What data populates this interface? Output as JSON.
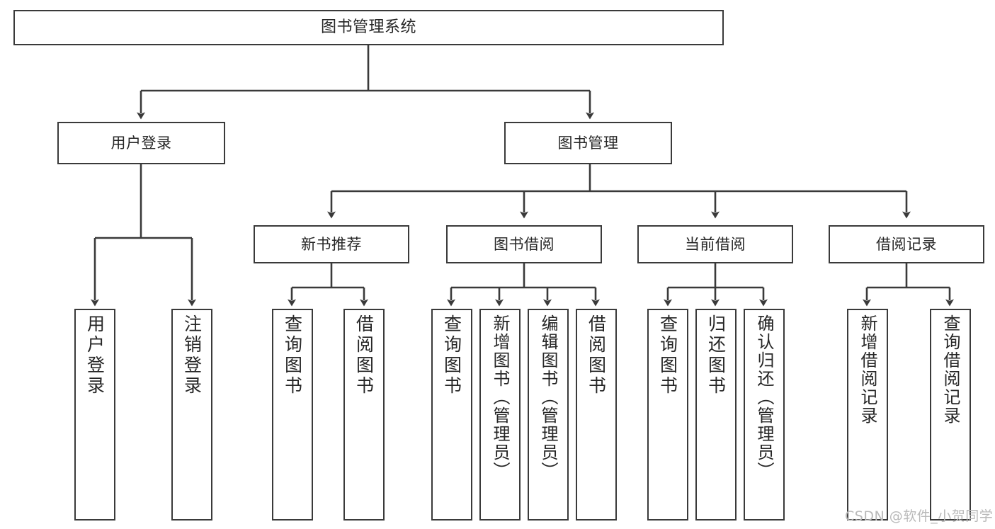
{
  "diagram": {
    "title": "图书管理系统",
    "type": "functional-structure-tree",
    "stroke_color": "#3a3a3a",
    "text_color": "#262626",
    "background_color": "#ffffff",
    "watermark": "CSDN @软件_小贺同学"
  },
  "nodes": {
    "root": {
      "label": "图书管理系统"
    },
    "level1": [
      {
        "id": "user-login",
        "label": "用户登录"
      },
      {
        "id": "book-manage",
        "label": "图书管理"
      }
    ],
    "level2": [
      {
        "id": "new-book-recommend",
        "label": "新书推荐"
      },
      {
        "id": "book-borrow",
        "label": "图书借阅"
      },
      {
        "id": "current-borrow",
        "label": "当前借阅"
      },
      {
        "id": "borrow-record",
        "label": "借阅记录"
      }
    ],
    "leaves": {
      "user_login": [
        {
          "id": "leaf-user-login",
          "label": "用户登录"
        },
        {
          "id": "leaf-logout-login",
          "label": "注销登录"
        }
      ],
      "new_book_recommend": [
        {
          "id": "leaf-query-book-1",
          "label": "查询图书"
        },
        {
          "id": "leaf-borrow-book-1",
          "label": "借阅图书"
        }
      ],
      "book_borrow": [
        {
          "id": "leaf-query-book-2",
          "label": "查询图书"
        },
        {
          "id": "leaf-add-book",
          "label": "新增图书（管理员）"
        },
        {
          "id": "leaf-edit-book",
          "label": "编辑图书（管理员）"
        },
        {
          "id": "leaf-borrow-book-2",
          "label": "借阅图书"
        }
      ],
      "current_borrow": [
        {
          "id": "leaf-query-book-3",
          "label": "查询图书"
        },
        {
          "id": "leaf-return-book",
          "label": "归还图书"
        },
        {
          "id": "leaf-confirm-return",
          "label": "确认归还（管理员）"
        }
      ],
      "borrow_record": [
        {
          "id": "leaf-add-record",
          "label": "新增借阅记录"
        },
        {
          "id": "leaf-query-record",
          "label": "查询借阅记录"
        }
      ]
    }
  }
}
